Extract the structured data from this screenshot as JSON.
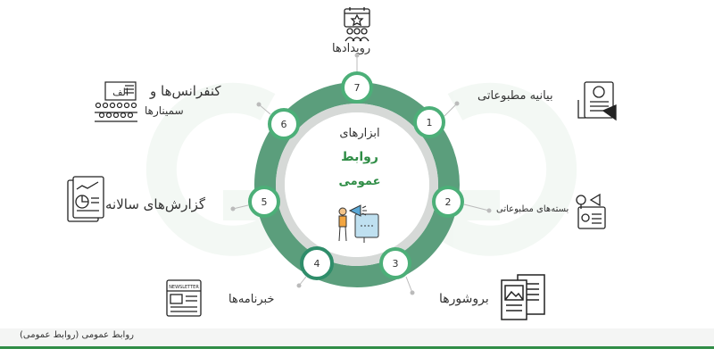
{
  "center": {
    "line1": "ابزارهای",
    "line2": "روابط",
    "line3": "عمومی"
  },
  "nodes": [
    {
      "number": "1",
      "label": "بیانیه مطبوعاتی"
    },
    {
      "number": "2",
      "label": "بسته‌های مطبوعاتی"
    },
    {
      "number": "3",
      "label": "بروشورها"
    },
    {
      "number": "4",
      "label": "خبرنامه‌ها"
    },
    {
      "number": "5",
      "label": "گزارش‌های سالانه"
    },
    {
      "number": "6",
      "label_line1": "کنفرانس‌ها و",
      "label_line2": "سمینارها"
    },
    {
      "number": "7",
      "label": "رویدادها"
    }
  ],
  "icons": {
    "annual_report_text": "",
    "conference_text": "الف",
    "newsletter_text": "NEWSLETTER"
  },
  "footer": {
    "caption": "روابط عمومی (روابط عمومی)",
    "logo_text": "ƏG"
  },
  "colors": {
    "ring": "#5b9e7c",
    "ring_inner": "#d6d9d7",
    "node_border": "#4caf78",
    "node4_border": "#2f8d6a",
    "brand": "#2f8d46"
  }
}
